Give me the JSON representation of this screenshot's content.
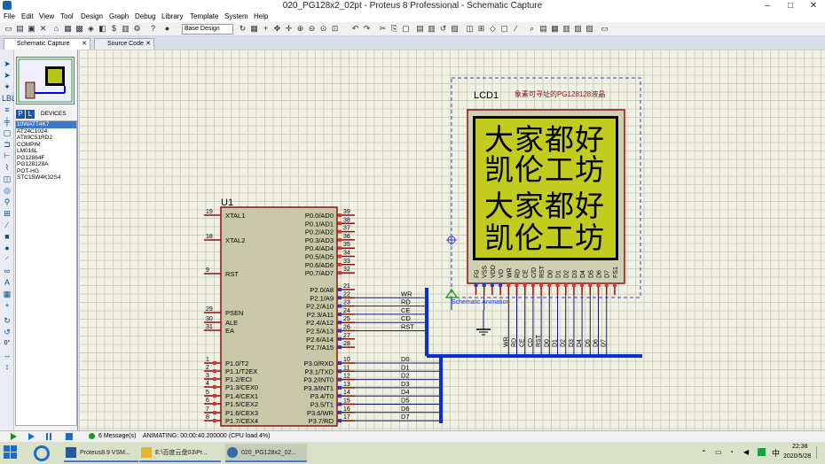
{
  "window": {
    "title": "020_PG128x2_02pt - Proteus 8 Professional - Schematic Capture"
  },
  "menu": [
    "File",
    "Edit",
    "View",
    "Tool",
    "Design",
    "Graph",
    "Debug",
    "Library",
    "Template",
    "System",
    "Help"
  ],
  "toolbar": {
    "design_select": "Base Design"
  },
  "tabs": [
    {
      "label": "Schematic Capture"
    },
    {
      "label": "Source Code"
    }
  ],
  "devices": {
    "header": "DEVICES",
    "mode_p": "P",
    "mode_l": "L",
    "items": [
      "10WATT4K7",
      "AT24C1024",
      "AT89C51RD2",
      "COMPIM",
      "LM016L",
      "PG12864F",
      "PG128128A",
      "POT-HG",
      "STC15W4K32S4"
    ],
    "selected": 0
  },
  "left_rotation": "0°",
  "u1": {
    "ref": "U1",
    "left_pins": [
      {
        "n": "19",
        "name": "XTAL1"
      },
      {
        "n": "18",
        "name": "XTAL2"
      },
      {
        "n": "9",
        "name": "RST"
      },
      {
        "n": "29",
        "name": "PSEN"
      },
      {
        "n": "30",
        "name": "ALE"
      },
      {
        "n": "31",
        "name": "EA"
      },
      {
        "n": "1",
        "name": "P1.0/T2"
      },
      {
        "n": "2",
        "name": "P1.1/T2EX"
      },
      {
        "n": "3",
        "name": "P1.2/ECI"
      },
      {
        "n": "4",
        "name": "P1.3/CEX0"
      },
      {
        "n": "5",
        "name": "P1.4/CEX1"
      },
      {
        "n": "6",
        "name": "P1.5/CEX2"
      },
      {
        "n": "7",
        "name": "P1.6/CEX3"
      },
      {
        "n": "8",
        "name": "P1.7/CEX4"
      }
    ],
    "right_pins": [
      {
        "n": "39",
        "name": "P0.0/AD0"
      },
      {
        "n": "38",
        "name": "P0.1/AD1"
      },
      {
        "n": "37",
        "name": "P0.2/AD2"
      },
      {
        "n": "36",
        "name": "P0.3/AD3"
      },
      {
        "n": "35",
        "name": "P0.4/AD4"
      },
      {
        "n": "34",
        "name": "P0.5/AD5"
      },
      {
        "n": "33",
        "name": "P0.6/AD6"
      },
      {
        "n": "32",
        "name": "P0.7/AD7"
      },
      {
        "n": "21",
        "name": "P2.0/A8"
      },
      {
        "n": "22",
        "name": "P2.1/A9"
      },
      {
        "n": "23",
        "name": "P2.2/A10"
      },
      {
        "n": "24",
        "name": "P2.3/A11"
      },
      {
        "n": "25",
        "name": "P2.4/A12"
      },
      {
        "n": "26",
        "name": "P2.5/A13"
      },
      {
        "n": "27",
        "name": "P2.6/A14"
      },
      {
        "n": "28",
        "name": "P2.7/A15"
      },
      {
        "n": "10",
        "name": "P3.0/RXD"
      },
      {
        "n": "11",
        "name": "P3.1/TXD"
      },
      {
        "n": "12",
        "name": "P3.2/INT0"
      },
      {
        "n": "13",
        "name": "P3.3/INT1"
      },
      {
        "n": "14",
        "name": "P3.4/T0"
      },
      {
        "n": "15",
        "name": "P3.5/T1"
      },
      {
        "n": "16",
        "name": "P3.6/WR"
      },
      {
        "n": "17",
        "name": "P3.7/RD"
      }
    ]
  },
  "nets": {
    "ctrl": [
      "WR",
      "RD",
      "CE",
      "CD",
      "RST"
    ],
    "data": [
      "D0",
      "D1",
      "D2",
      "D3",
      "D4",
      "D5",
      "D6",
      "D7"
    ]
  },
  "lcd": {
    "ref": "LCD1",
    "desc": "象素可寻址的PG128128液晶",
    "lines": [
      "大家都好",
      "凯伦工坊",
      "大家都好",
      "凯伦工坊"
    ],
    "pins": [
      "FG",
      "VSS",
      "VDD",
      "VO",
      "WR",
      "RD",
      "CE",
      "C/D",
      "RST",
      "D0",
      "D1",
      "D2",
      "D3",
      "D4",
      "D5",
      "D6",
      "D7",
      "FS1"
    ],
    "bottom_labels": [
      "WR",
      "RD",
      "CE",
      "CD",
      "RST",
      "D0",
      "D1",
      "D2",
      "D3",
      "D4",
      "D5",
      "D6",
      "D7"
    ],
    "overlay": "Schematic Animation"
  },
  "status": {
    "messages": "6 Message(s)",
    "animating": "ANIMATING: 00:00:40.200000 (CPU load 4%)"
  },
  "taskbar": {
    "items": [
      "Proteus8.9 VSM...",
      "E:\\百度云盘03\\Pr...",
      "020_PG128x2_02..."
    ],
    "time": "22:38",
    "date": "2020/5/28",
    "ime": "中"
  },
  "colors": {
    "chip": "#c8c7a8",
    "lcd_bg": "#c2cc1e",
    "wire": "#1a1a7a",
    "bus": "#0b2fd6",
    "outline": "#8b1010"
  }
}
